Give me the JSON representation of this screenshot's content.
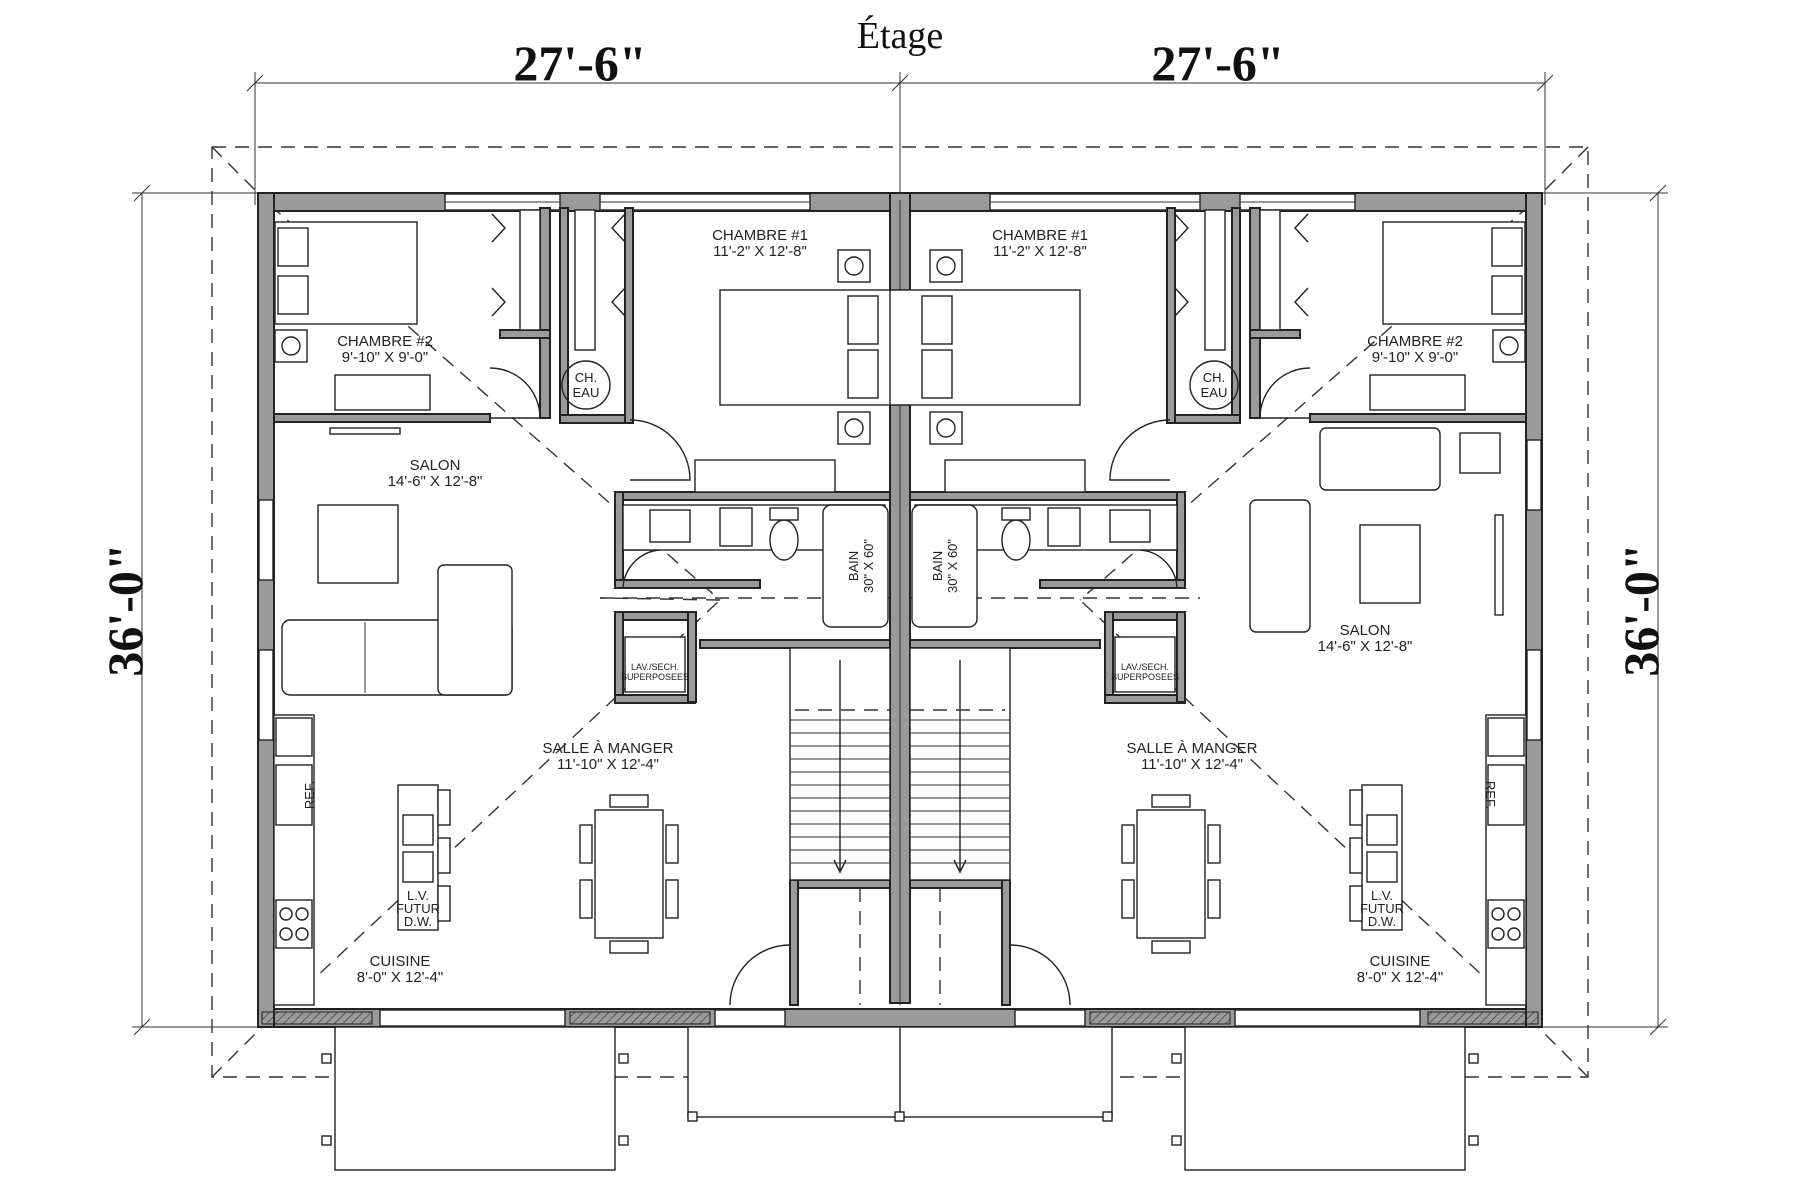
{
  "plan": {
    "title": "Étage",
    "width_left": "27'-6\"",
    "width_right": "27'-6\"",
    "depth_left": "36'-0\"",
    "depth_right": "36'-0\""
  },
  "units": {
    "left": {
      "chambre1_name": "CHAMBRE #1",
      "chambre1_size": "11'-2\" X 12'-8\"",
      "chambre2_name": "CHAMBRE #2",
      "chambre2_size": "9'-10\" X 9'-0\"",
      "salon_name": "SALON",
      "salon_size": "14'-6\" X 12'-8\"",
      "salle_name": "SALLE À MANGER",
      "salle_size": "11'-10\" X 12'-4\"",
      "cuisine_name": "CUISINE",
      "cuisine_size": "8'-0\" X 12'-4\"",
      "ch_eau_1": "CH.",
      "ch_eau_2": "EAU",
      "bain_1": "BAIN",
      "bain_2": "30\" X 60\"",
      "lav_1": "LAV./SECH.",
      "lav_2": "SUPERPOSEES",
      "ref": "REF.",
      "lv_1": "L.V.",
      "lv_2": "FUTUR",
      "lv_3": "D.W."
    },
    "right": {
      "chambre1_name": "CHAMBRE #1",
      "chambre1_size": "11'-2\" X 12'-8\"",
      "chambre2_name": "CHAMBRE #2",
      "chambre2_size": "9'-10\" X 9'-0\"",
      "salon_name": "SALON",
      "salon_size": "14'-6\" X 12'-8\"",
      "salle_name": "SALLE À MANGER",
      "salle_size": "11'-10\" X 12'-4\"",
      "cuisine_name": "CUISINE",
      "cuisine_size": "8'-0\" X 12'-4\"",
      "ch_eau_1": "CH.",
      "ch_eau_2": "EAU",
      "bain_1": "BAIN",
      "bain_2": "30\" X 60\"",
      "lav_1": "LAV./SECH.",
      "lav_2": "SUPERPOSEES",
      "ref": "REF.",
      "lv_1": "L.V.",
      "lv_2": "FUTUR",
      "lv_3": "D.W."
    }
  },
  "colors": {
    "wall_fill": "#9a9a9a",
    "line": "#222222",
    "background": "#ffffff"
  }
}
